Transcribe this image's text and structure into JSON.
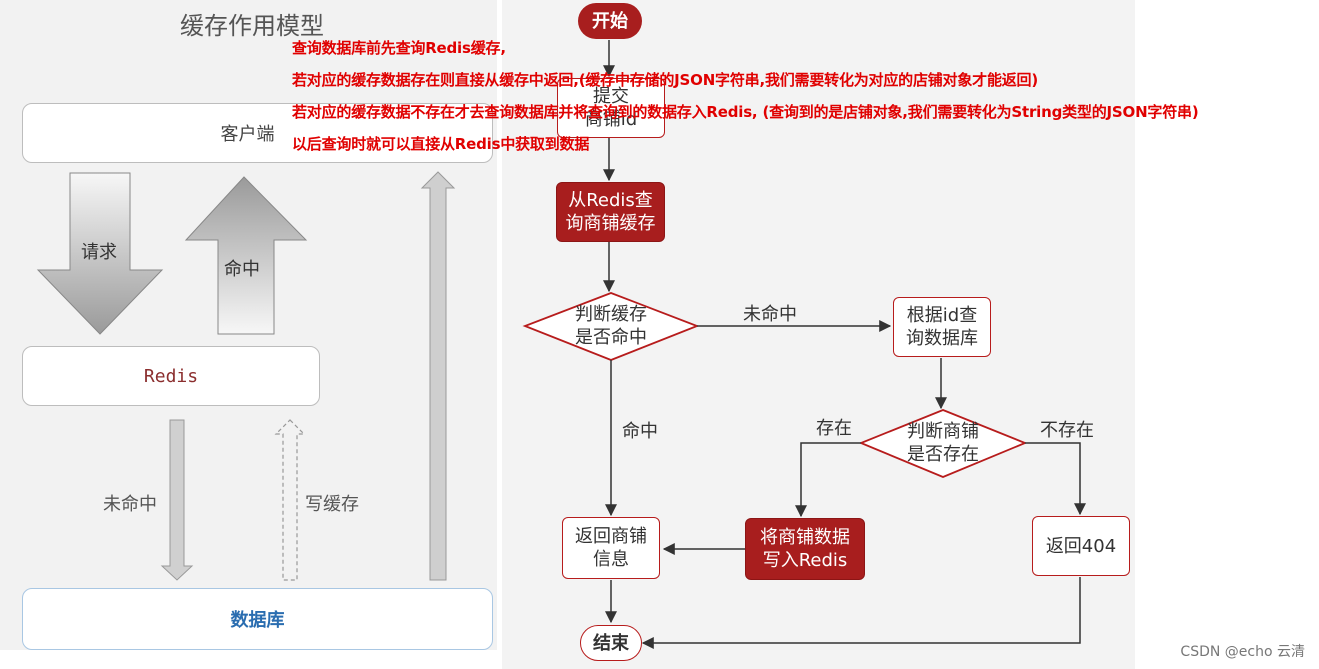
{
  "left_model": {
    "title": "缓存作用模型",
    "client": "客户端",
    "redis": "Redis",
    "database": "数据库",
    "request": "请求",
    "hit": "命中",
    "miss": "未命中",
    "write_cache": "写缓存"
  },
  "flow": {
    "start": "开始",
    "submit_line1": "提交",
    "submit_line2": "商铺id",
    "query_redis_line1": "从Redis查",
    "query_redis_line2": "询商铺缓存",
    "judge_cache_line1": "判断缓存",
    "judge_cache_line2": "是否命中",
    "miss_label": "未命中",
    "query_db_line1": "根据id查",
    "query_db_line2": "询数据库",
    "hit_label": "命中",
    "judge_exist_line1": "判断商铺",
    "judge_exist_line2": "是否存在",
    "exist_label": "存在",
    "not_exist_label": "不存在",
    "write_redis_line1": "将商铺数据",
    "write_redis_line2": "写入Redis",
    "return_info_line1": "返回商铺",
    "return_info_line2": "信息",
    "return_404": "返回404",
    "end": "结束"
  },
  "notes": [
    "查询数据库前先查询Redis缓存,",
    "若对应的缓存数据存在则直接从缓存中返回,(缓存中存储的JSON字符串,我们需要转化为对应的店铺对象才能返回)",
    "若对应的缓存数据不存在才去查询数据库并将查询到的数据存入Redis, (查询到的是店铺对象,我们需要转化为String类型的JSON字符串)",
    "以后查询时就可以直接从Redis中获取到数据"
  ],
  "watermark": "CSDN @echo 云清",
  "colors": {
    "accent": "#a81e1e",
    "note": "#e00000"
  }
}
